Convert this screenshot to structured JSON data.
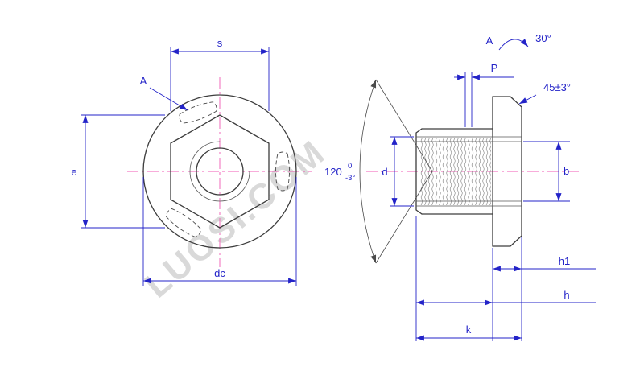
{
  "watermark": "LUOSI.COM",
  "front_view": {
    "dim_s": "s",
    "label_a": "A",
    "dim_e": "e",
    "dim_dc": "dc"
  },
  "section_view": {
    "detail_label": "A",
    "detail_angle": "30°",
    "dim_p": "P",
    "chamfer_angle": "45±3°",
    "cone_angle": "120",
    "cone_tol_upper": "0",
    "cone_tol_lower": "-3°",
    "dim_d": "d",
    "dim_b": "b",
    "dim_h1": "h1",
    "dim_h": "h",
    "dim_k": "k"
  },
  "colors": {
    "dimension": "#2323c8",
    "outline": "#3d3d3d",
    "centerline": "#f05ab4",
    "watermark": "#d9d9d9"
  }
}
